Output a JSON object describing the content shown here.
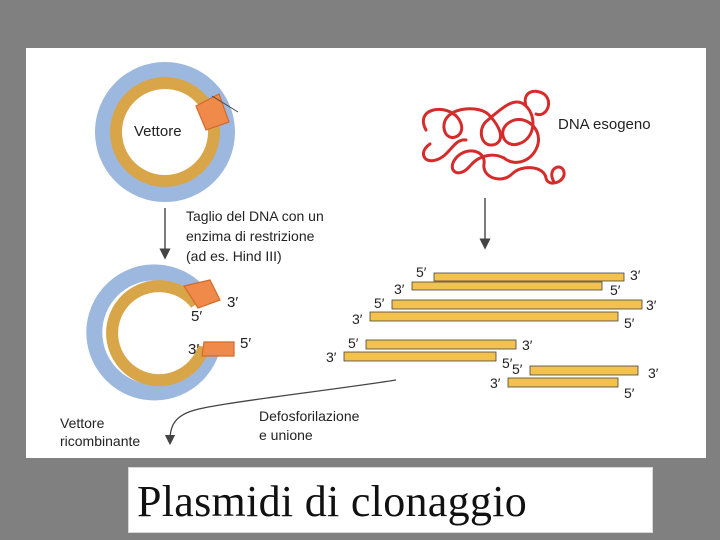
{
  "caption": "Plasmidi di clonaggio",
  "colors": {
    "outer_ring": "#9db8de",
    "inner_ring": "#d8a549",
    "insert": "#f08a4b",
    "dna": "#d62b2b",
    "fragment": "#f2c24d",
    "text": "#222222"
  },
  "diagram": {
    "vector_label": "Vettore",
    "foreign_dna_label": "DNA esogeno",
    "cut_step": [
      "Taglio del DNA con un",
      "enzima di restrizione",
      "(ad es. Hind III)"
    ],
    "recombinant_label": [
      "Vettore",
      "ricombinante"
    ],
    "join_step": [
      "Defosforilazione",
      "e unione"
    ],
    "cut_plasmid_ends": {
      "top_3": "3′",
      "top_5": "5′",
      "bottom_3": "3′",
      "bottom_5": "5′"
    },
    "fragment_pairs": [
      {
        "top": [
          "5′",
          "3′"
        ],
        "bottom": [
          "3′",
          "5′"
        ]
      },
      {
        "top": [
          "5′",
          "3′"
        ],
        "bottom": [
          "3′",
          "5′"
        ]
      },
      {
        "top": [
          "5′",
          "3′"
        ],
        "bottom": [
          "3′",
          "5′"
        ]
      },
      {
        "top": [
          "5′",
          "3′"
        ],
        "bottom": [
          "3′",
          "5′"
        ]
      }
    ]
  }
}
